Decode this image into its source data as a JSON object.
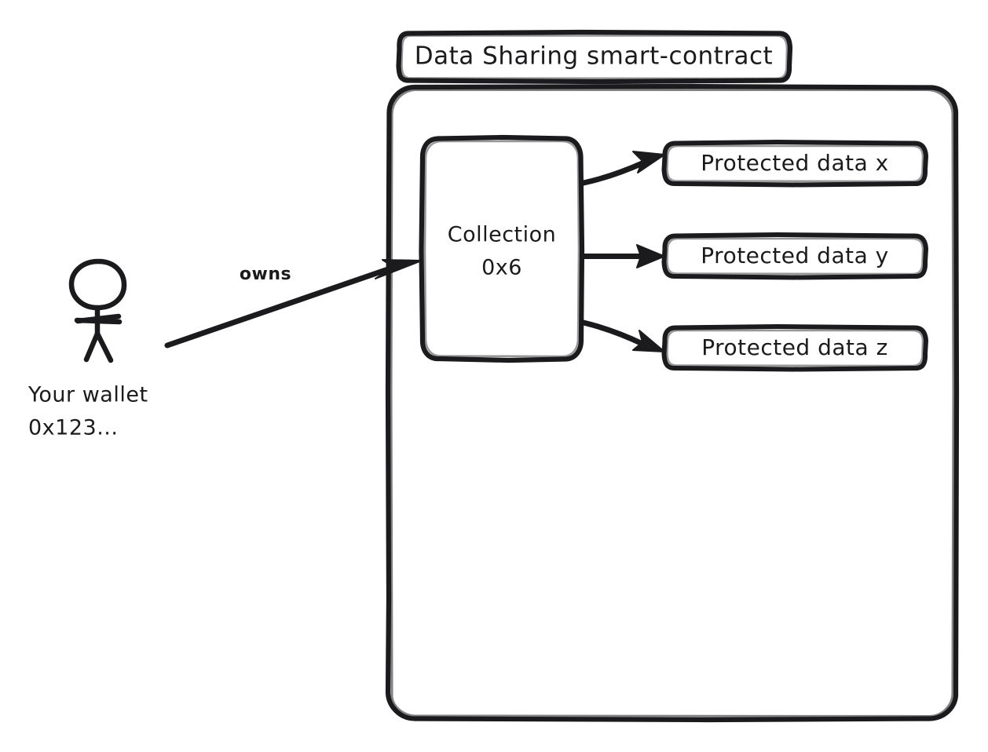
{
  "diagram": {
    "title": "Data Sharing smart-contract",
    "background_color": "#ffffff",
    "ink_color": "#1b1b1d",
    "style": "hand-drawn sketch"
  },
  "container": {
    "label": "Data Sharing smart-contract",
    "title_box_label": "Data Sharing smart-contract"
  },
  "actor": {
    "icon": "stick-figure-icon",
    "name_line1": "Your wallet",
    "name_line2": "0x123..."
  },
  "collection": {
    "line1": "Collection",
    "line2": "0x6"
  },
  "edges": [
    {
      "label": "owns",
      "from": "Your wallet 0x123...",
      "to": "Collection 0x6"
    },
    {
      "label": "",
      "from": "Collection 0x6",
      "to": "Protected data x"
    },
    {
      "label": "",
      "from": "Collection 0x6",
      "to": "Protected data y"
    },
    {
      "label": "",
      "from": "Collection 0x6",
      "to": "Protected data z"
    }
  ],
  "protected_data": [
    {
      "label": "Protected data x"
    },
    {
      "label": "Protected data y"
    },
    {
      "label": "Protected data z"
    }
  ]
}
